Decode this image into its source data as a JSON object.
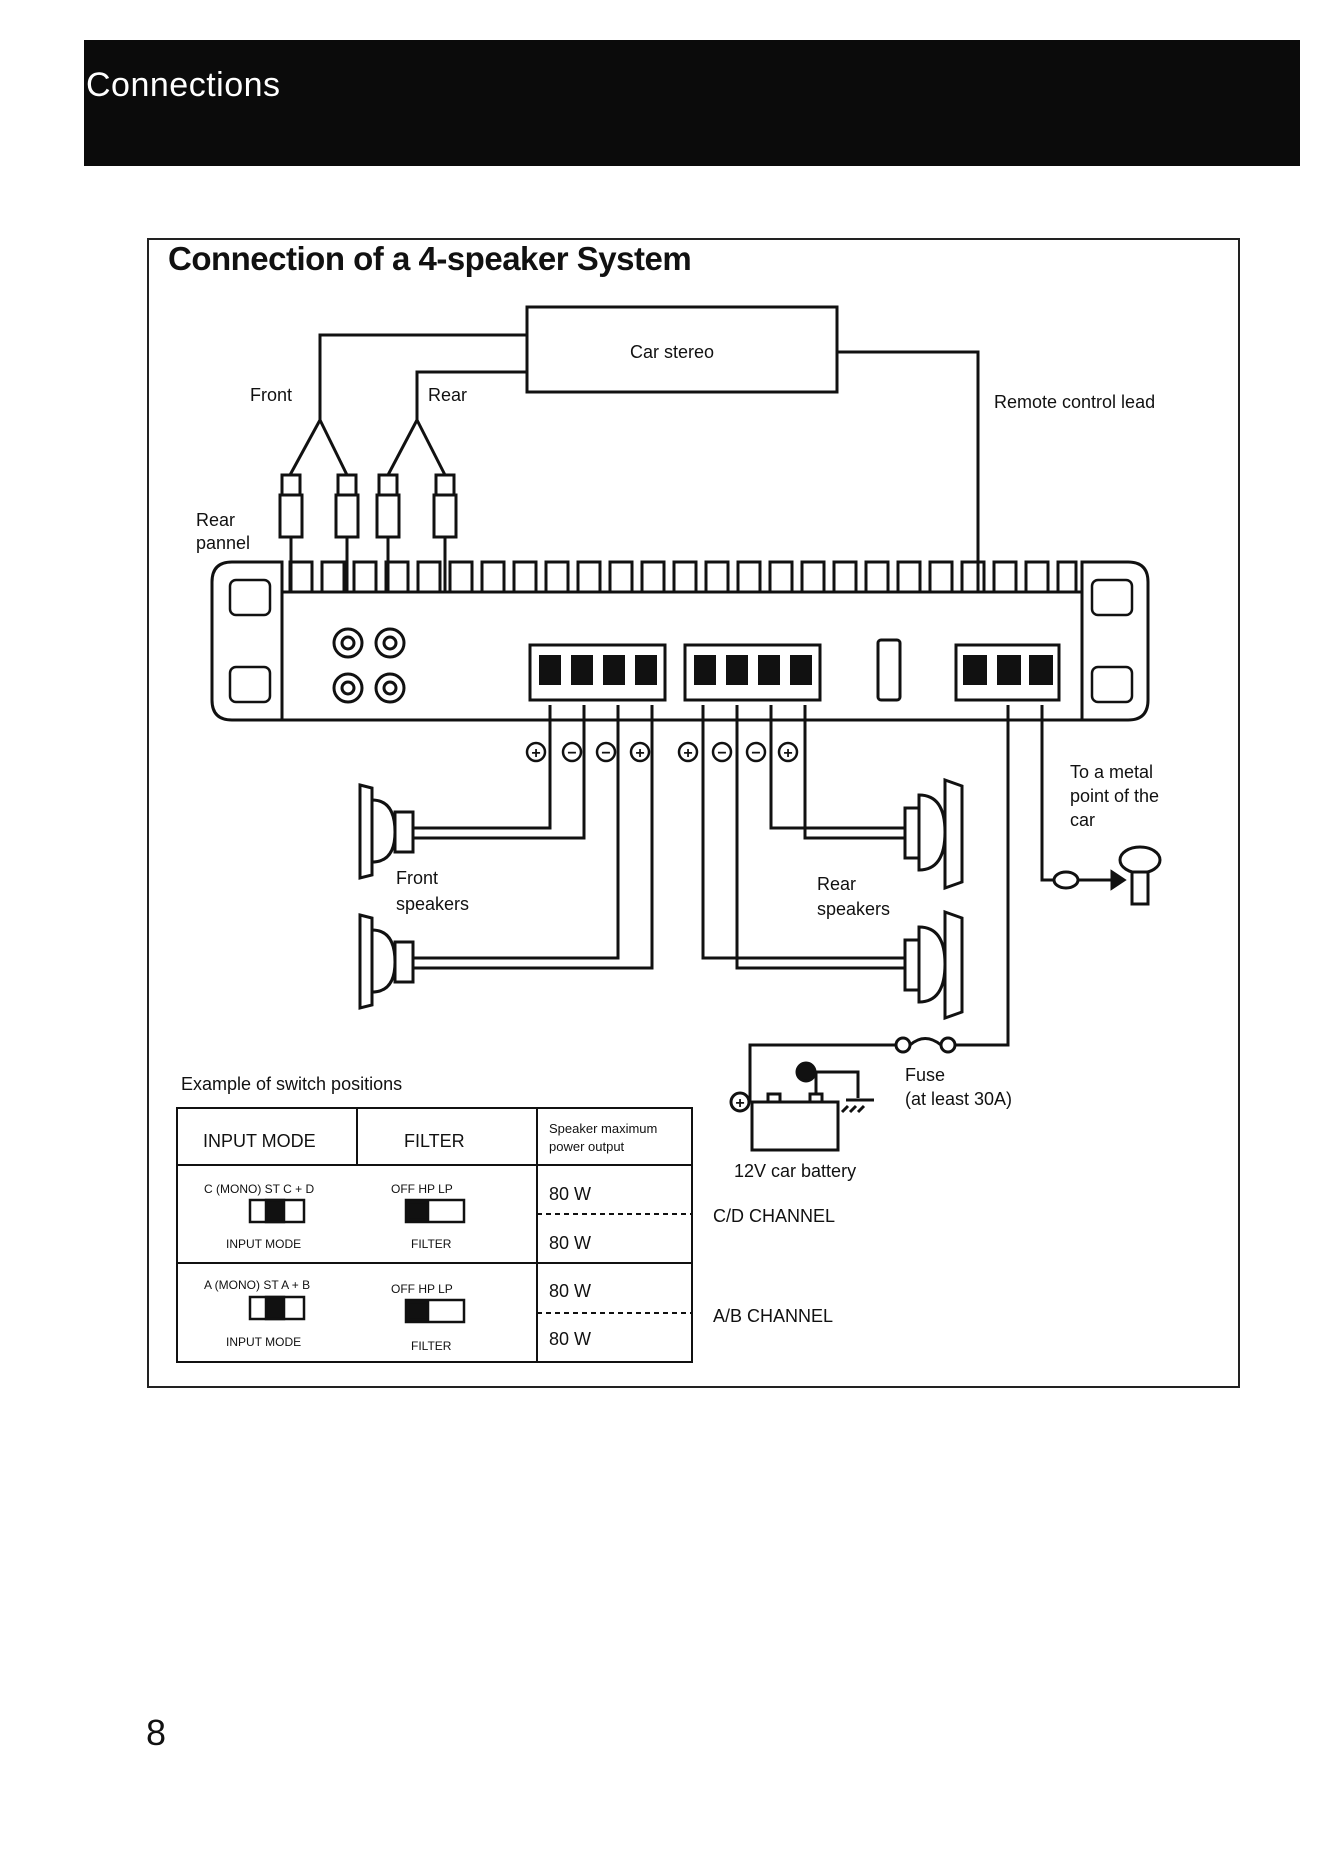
{
  "header": {
    "title": "Connections"
  },
  "section": {
    "title": "Connection of a 4-speaker System"
  },
  "diagram": {
    "car_stereo": "Car stereo",
    "front": "Front",
    "rear": "Rear",
    "remote_control_lead": "Remote control lead",
    "rear_panel_line1": "Rear",
    "rear_panel_line2": "pannel",
    "front_speakers_line1": "Front",
    "front_speakers_line2": "speakers",
    "rear_speakers_line1": "Rear",
    "rear_speakers_line2": "speakers",
    "metal_point_line1": "To a metal",
    "metal_point_line2": "point of the",
    "metal_point_line3": "car",
    "fuse_line1": "Fuse",
    "fuse_line2": "(at least 30A)",
    "battery": "12V car battery",
    "polarity": [
      "+",
      "−",
      "−",
      "+",
      "+",
      "−",
      "−",
      "+"
    ]
  },
  "switch_table": {
    "caption": "Example of switch positions",
    "headers": {
      "input_mode": "INPUT MODE",
      "filter": "FILTER",
      "power_line1": "Speaker maximum",
      "power_line2": "power output"
    },
    "rows": [
      {
        "input_options": "C (MONO) ST C + D",
        "input_label": "INPUT MODE",
        "filter_options": "OFF HP LP",
        "filter_label": "FILTER",
        "power": [
          "80 W",
          "80 W"
        ],
        "channel": "C/D CHANNEL"
      },
      {
        "input_options": "A (MONO) ST A + B",
        "input_label": "INPUT MODE",
        "filter_options": "OFF HP LP",
        "filter_label": "FILTER",
        "power": [
          "80 W",
          "80 W"
        ],
        "channel": "A/B CHANNEL"
      }
    ]
  },
  "footer": {
    "page_number": "8"
  }
}
